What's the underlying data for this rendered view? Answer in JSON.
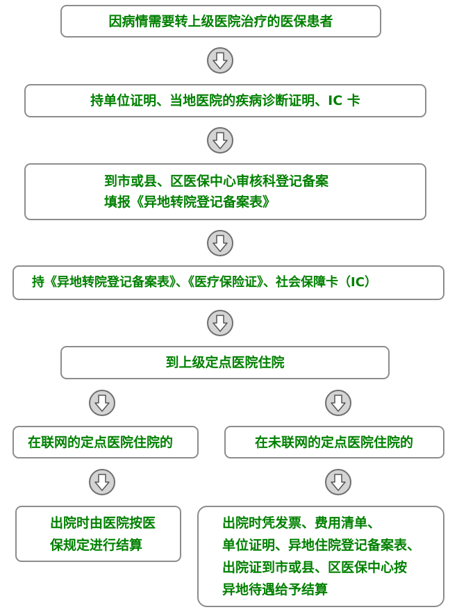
{
  "steps": {
    "s1": "因病情需要转上级医院治疗的医保患者",
    "s2": "持单位证明、当地医院的疾病诊断证明、IC 卡",
    "s3_line1": "到市或县、区医保中心审核科登记备案",
    "s3_line2": "填报《异地转院登记备案表》",
    "s4": "持《异地转院登记备案表》、《医疗保险证》、社会保障卡（IC）",
    "s5": "到上级定点医院住院",
    "left_branch": "在联网的定点医院住院的",
    "right_branch": "在未联网的定点医院住院的",
    "left_result_line1": "出院时由医院按医",
    "left_result_line2": "保规定进行结算",
    "right_result_line1": "出院时凭发票、费用清单、",
    "right_result_line2": "单位证明、异地住院登记备案表、",
    "right_result_line3": "出院证到市或县、区医保中心按",
    "right_result_line4": "异地待遇给予结算"
  },
  "colors": {
    "text": "#008000",
    "border": "#8c8c8c",
    "arrow_fill": "#d4d4d4",
    "arrow_stroke": "#6e6e6e"
  }
}
